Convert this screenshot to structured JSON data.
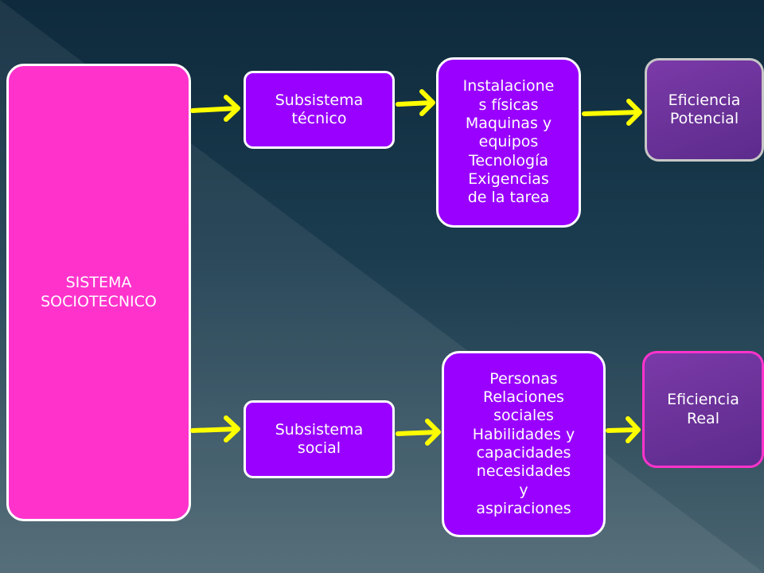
{
  "main_box": {
    "line1": "SISTEMA",
    "line2": "SOCIOTECNICO"
  },
  "technical": {
    "subsystem": {
      "line1": "Subsistema",
      "line2": "técnico"
    },
    "elements": [
      "Instalacione",
      "s físicas",
      "Maquinas y",
      "equipos",
      "Tecnología",
      "Exigencias",
      "de la tarea"
    ],
    "efficiency": {
      "line1": "Eficiencia",
      "line2": "Potencial"
    }
  },
  "social": {
    "subsystem": {
      "line1": "Subsistema",
      "line2": "social"
    },
    "elements": [
      "Personas",
      "Relaciones",
      "sociales",
      "Habilidades y",
      "capacidades",
      "necesidades",
      "y",
      "aspiraciones"
    ],
    "efficiency": {
      "line1": "Eficiencia",
      "line2": "Real"
    }
  },
  "colors": {
    "main": "#ff33cc",
    "subsystem": "#9900ff",
    "efficiency": "#6a2f9a",
    "arrow": "#ffff00",
    "border": "#ffffff"
  }
}
